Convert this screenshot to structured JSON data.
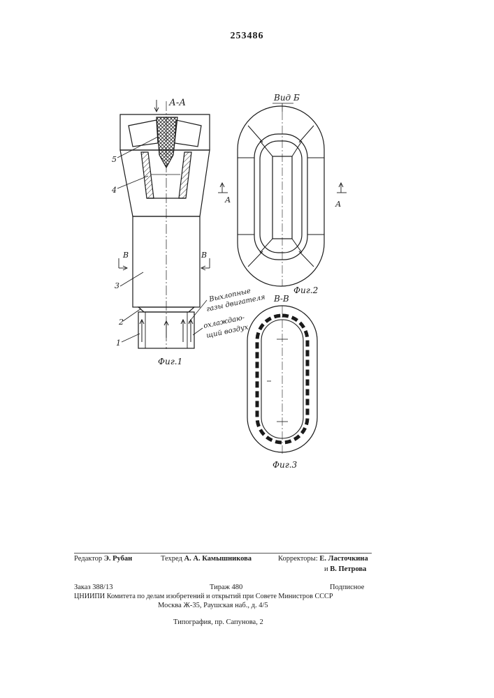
{
  "document": {
    "patent_number": "253486"
  },
  "figures": {
    "fig1": {
      "section_label": "А-А",
      "caption": "Фиг.1",
      "part_labels": [
        "5",
        "4",
        "3",
        "2",
        "1"
      ],
      "section_marks": [
        "В",
        "В"
      ],
      "annotations": {
        "exhaust_line1": "Выхлопные",
        "exhaust_line2": "газы двигателя",
        "cooling_line1": "охлаждаю-",
        "cooling_line2": "щий воздух"
      }
    },
    "fig2": {
      "view_label": "Вид Б",
      "caption": "Фиг.2",
      "section_marks": [
        "А",
        "А"
      ]
    },
    "fig3": {
      "section_label": "В-В",
      "caption": "Фиг.3"
    }
  },
  "colophon": {
    "editor_label": "Редактор",
    "editor_name": "Э. Рубан",
    "techeditor_label": "Техред",
    "techeditor_name": "А. А. Камышникова",
    "correctors_label": "Корректоры:",
    "corrector_1": "Е. Ласточкина",
    "corrector_2_prefix": "и",
    "corrector_2": "В. Петрова",
    "order": "Заказ 388/13",
    "print_run": "Тираж 480",
    "subscription": "Подписное",
    "institute": "ЦНИИПИ Комитета по делам изобретений и открытий при Совете Министров СССР",
    "address": "Москва Ж-35, Раушская наб., д. 4/5",
    "printer": "Типография, пр. Сапунова, 2"
  }
}
